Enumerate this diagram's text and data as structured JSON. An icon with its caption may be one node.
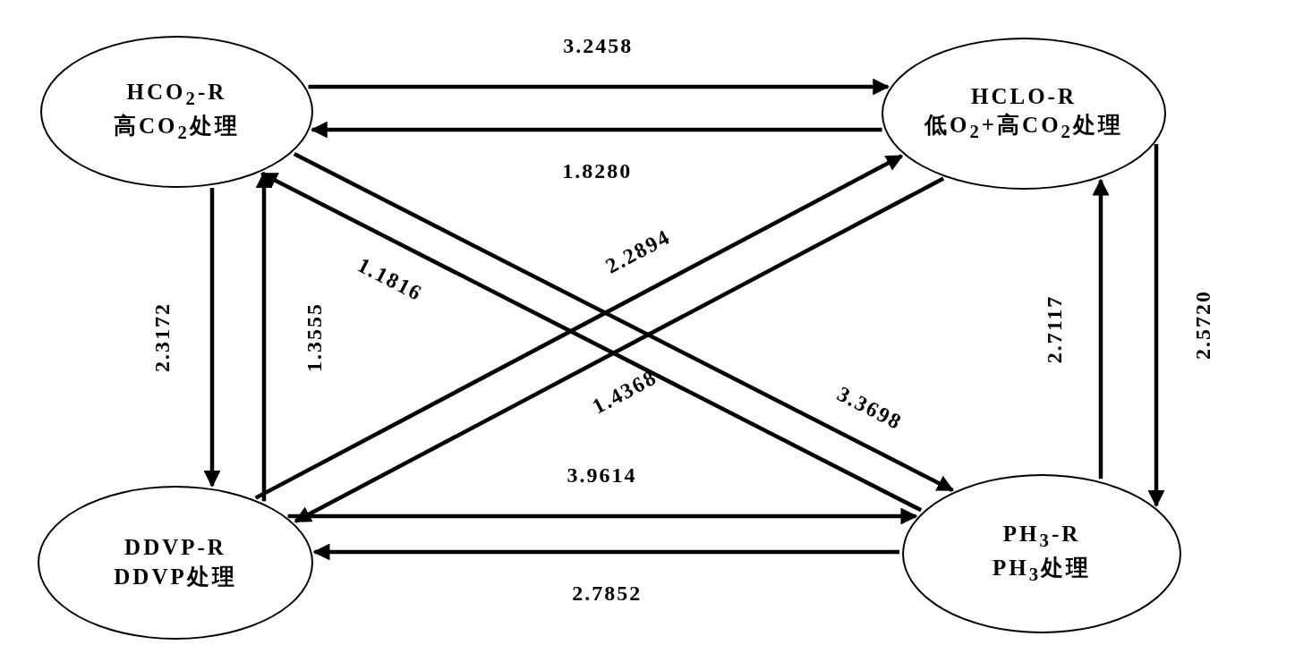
{
  "diagram": {
    "nodes": [
      {
        "text": [
          "HCO$_{2}$-R",
          "高CO$_{2}$处理"
        ]
      },
      {
        "text": [
          "HCLO-R",
          "低O$_{2}$+高CO$_{2}$处理"
        ]
      },
      {
        "text": [
          "DDVP-R",
          "DDVP处理"
        ]
      },
      {
        "text": [
          "PH$_{3}$-R",
          "PH$_{3}$处理"
        ]
      }
    ],
    "edges": [
      {
        "from": 0,
        "to": 1,
        "arrow": "to",
        "label": "3.2458"
      },
      {
        "from": 1,
        "to": 0,
        "arrow": "to",
        "label": "1.8280"
      },
      {
        "from": 0,
        "to": 2,
        "arrow": "to",
        "label": "2.3172"
      },
      {
        "from": 2,
        "to": 0,
        "arrow": "to",
        "label": "1.3555"
      },
      {
        "from": 3,
        "to": 0,
        "arrow": "to",
        "label": "1.1816"
      },
      {
        "from": 2,
        "to": 1,
        "arrow": "to",
        "label": "2.2894"
      },
      {
        "from": 0,
        "to": 3,
        "arrow": "to",
        "label": "3.3698"
      },
      {
        "from": 1,
        "to": 2,
        "arrow": "to",
        "label": "1.4368"
      },
      {
        "from": 3,
        "to": 1,
        "arrow": "to",
        "label": "2.7117"
      },
      {
        "from": 1,
        "to": 3,
        "arrow": "to",
        "label": "2.5720"
      },
      {
        "from": 2,
        "to": 3,
        "arrow": "to",
        "label": "3.9614"
      },
      {
        "from": 3,
        "to": 2,
        "arrow": "to",
        "label": "2.7852"
      }
    ]
  }
}
